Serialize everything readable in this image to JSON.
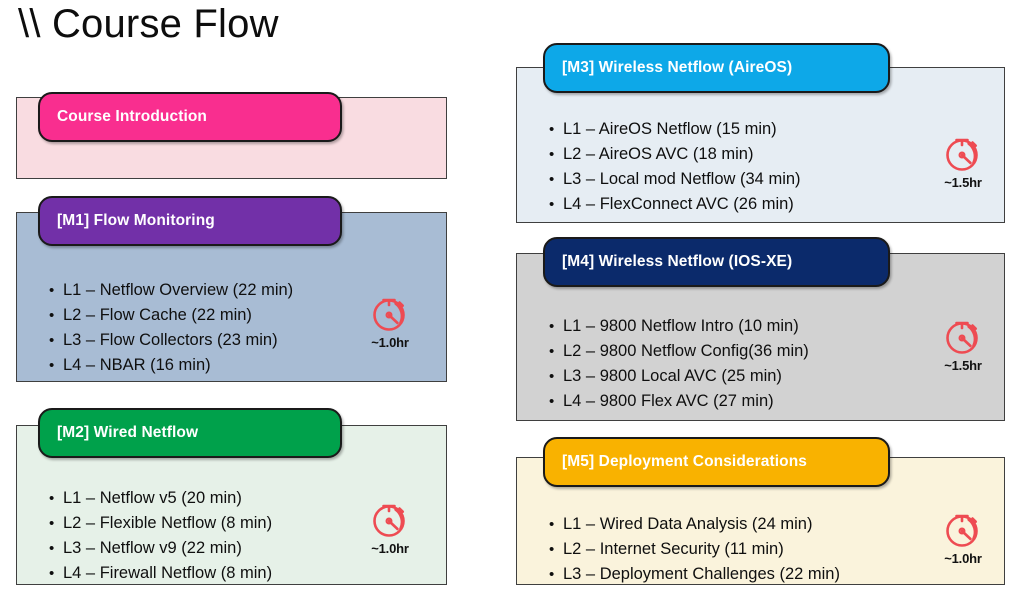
{
  "title": "\\\\ Course Flow",
  "colors": {
    "intro_header": "#F92E8F",
    "intro_body": "#F9DCE1",
    "m1_header": "#7230A8",
    "m1_body": "#A8BCD4",
    "m2_header": "#00A14B",
    "m2_body": "#E6F1E8",
    "m3_header": "#0DA8E8",
    "m3_body": "#E6EDF3",
    "m4_header": "#0B2A6B",
    "m4_body": "#D2D2D2",
    "m5_header": "#F9B200",
    "m5_body": "#FAF3DC",
    "stopwatch": "#EE4B52",
    "panel_border": "#3F3F3F",
    "header_border": "#1A1A1A",
    "text": "#0F0F0F"
  },
  "icons": {
    "stopwatch": "stopwatch-icon"
  },
  "modules": [
    {
      "id": "intro",
      "header": "Course Introduction",
      "lessons": [],
      "duration": null
    },
    {
      "id": "m1",
      "header": "[M1] Flow Monitoring",
      "lessons": [
        "L1 – Netflow Overview (22 min)",
        "L2 – Flow Cache (22 min)",
        "L3 – Flow Collectors (23 min)",
        "L4 – NBAR (16 min)"
      ],
      "duration": "~1.0hr"
    },
    {
      "id": "m2",
      "header": "[M2] Wired Netflow",
      "lessons": [
        "L1 – Netflow v5 (20 min)",
        "L2 – Flexible Netflow (8 min)",
        "L3 – Netflow v9 (22 min)",
        "L4 – Firewall Netflow (8 min)"
      ],
      "duration": "~1.0hr"
    },
    {
      "id": "m3",
      "header": "[M3] Wireless Netflow (AireOS)",
      "lessons": [
        "L1 – AireOS Netflow (15 min)",
        "L2 – AireOS AVC (18 min)",
        "L3 – Local mod Netflow (34 min)",
        "L4 – FlexConnect AVC (26 min)"
      ],
      "duration": "~1.5hr"
    },
    {
      "id": "m4",
      "header": "[M4] Wireless Netflow (IOS-XE)",
      "lessons": [
        "L1 – 9800 Netflow Intro (10 min)",
        "L2 – 9800 Netflow Config(36 min)",
        "L3 – 9800 Local AVC (25 min)",
        "L4 – 9800 Flex AVC (27 min)"
      ],
      "duration": "~1.5hr"
    },
    {
      "id": "m5",
      "header": "[M5] Deployment Considerations",
      "lessons": [
        "L1 – Wired Data Analysis (24 min)",
        "L2 – Internet Security (11 min)",
        "L3 – Deployment Challenges (22 min)"
      ],
      "duration": "~1.0hr"
    }
  ]
}
